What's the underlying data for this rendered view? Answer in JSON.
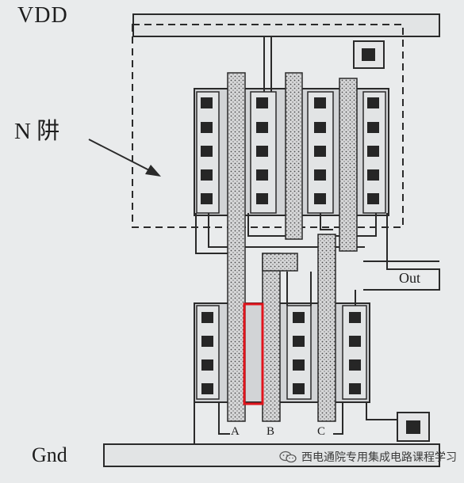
{
  "labels": {
    "vdd": "VDD",
    "nwell": "N 阱",
    "out": "Out",
    "gnd": "Gnd",
    "input_a": "A",
    "input_b": "B",
    "input_c": "C"
  },
  "watermark": {
    "text": "西电通院专用集成电路课程学习",
    "icon": "wechat-icon"
  },
  "colors": {
    "background": "#e9ebec",
    "line": "#2a2a2a",
    "contact": "#262626",
    "diffusion": "#d2d4d6",
    "poly": "#d8d8d8",
    "highlight": "#e0141c"
  }
}
